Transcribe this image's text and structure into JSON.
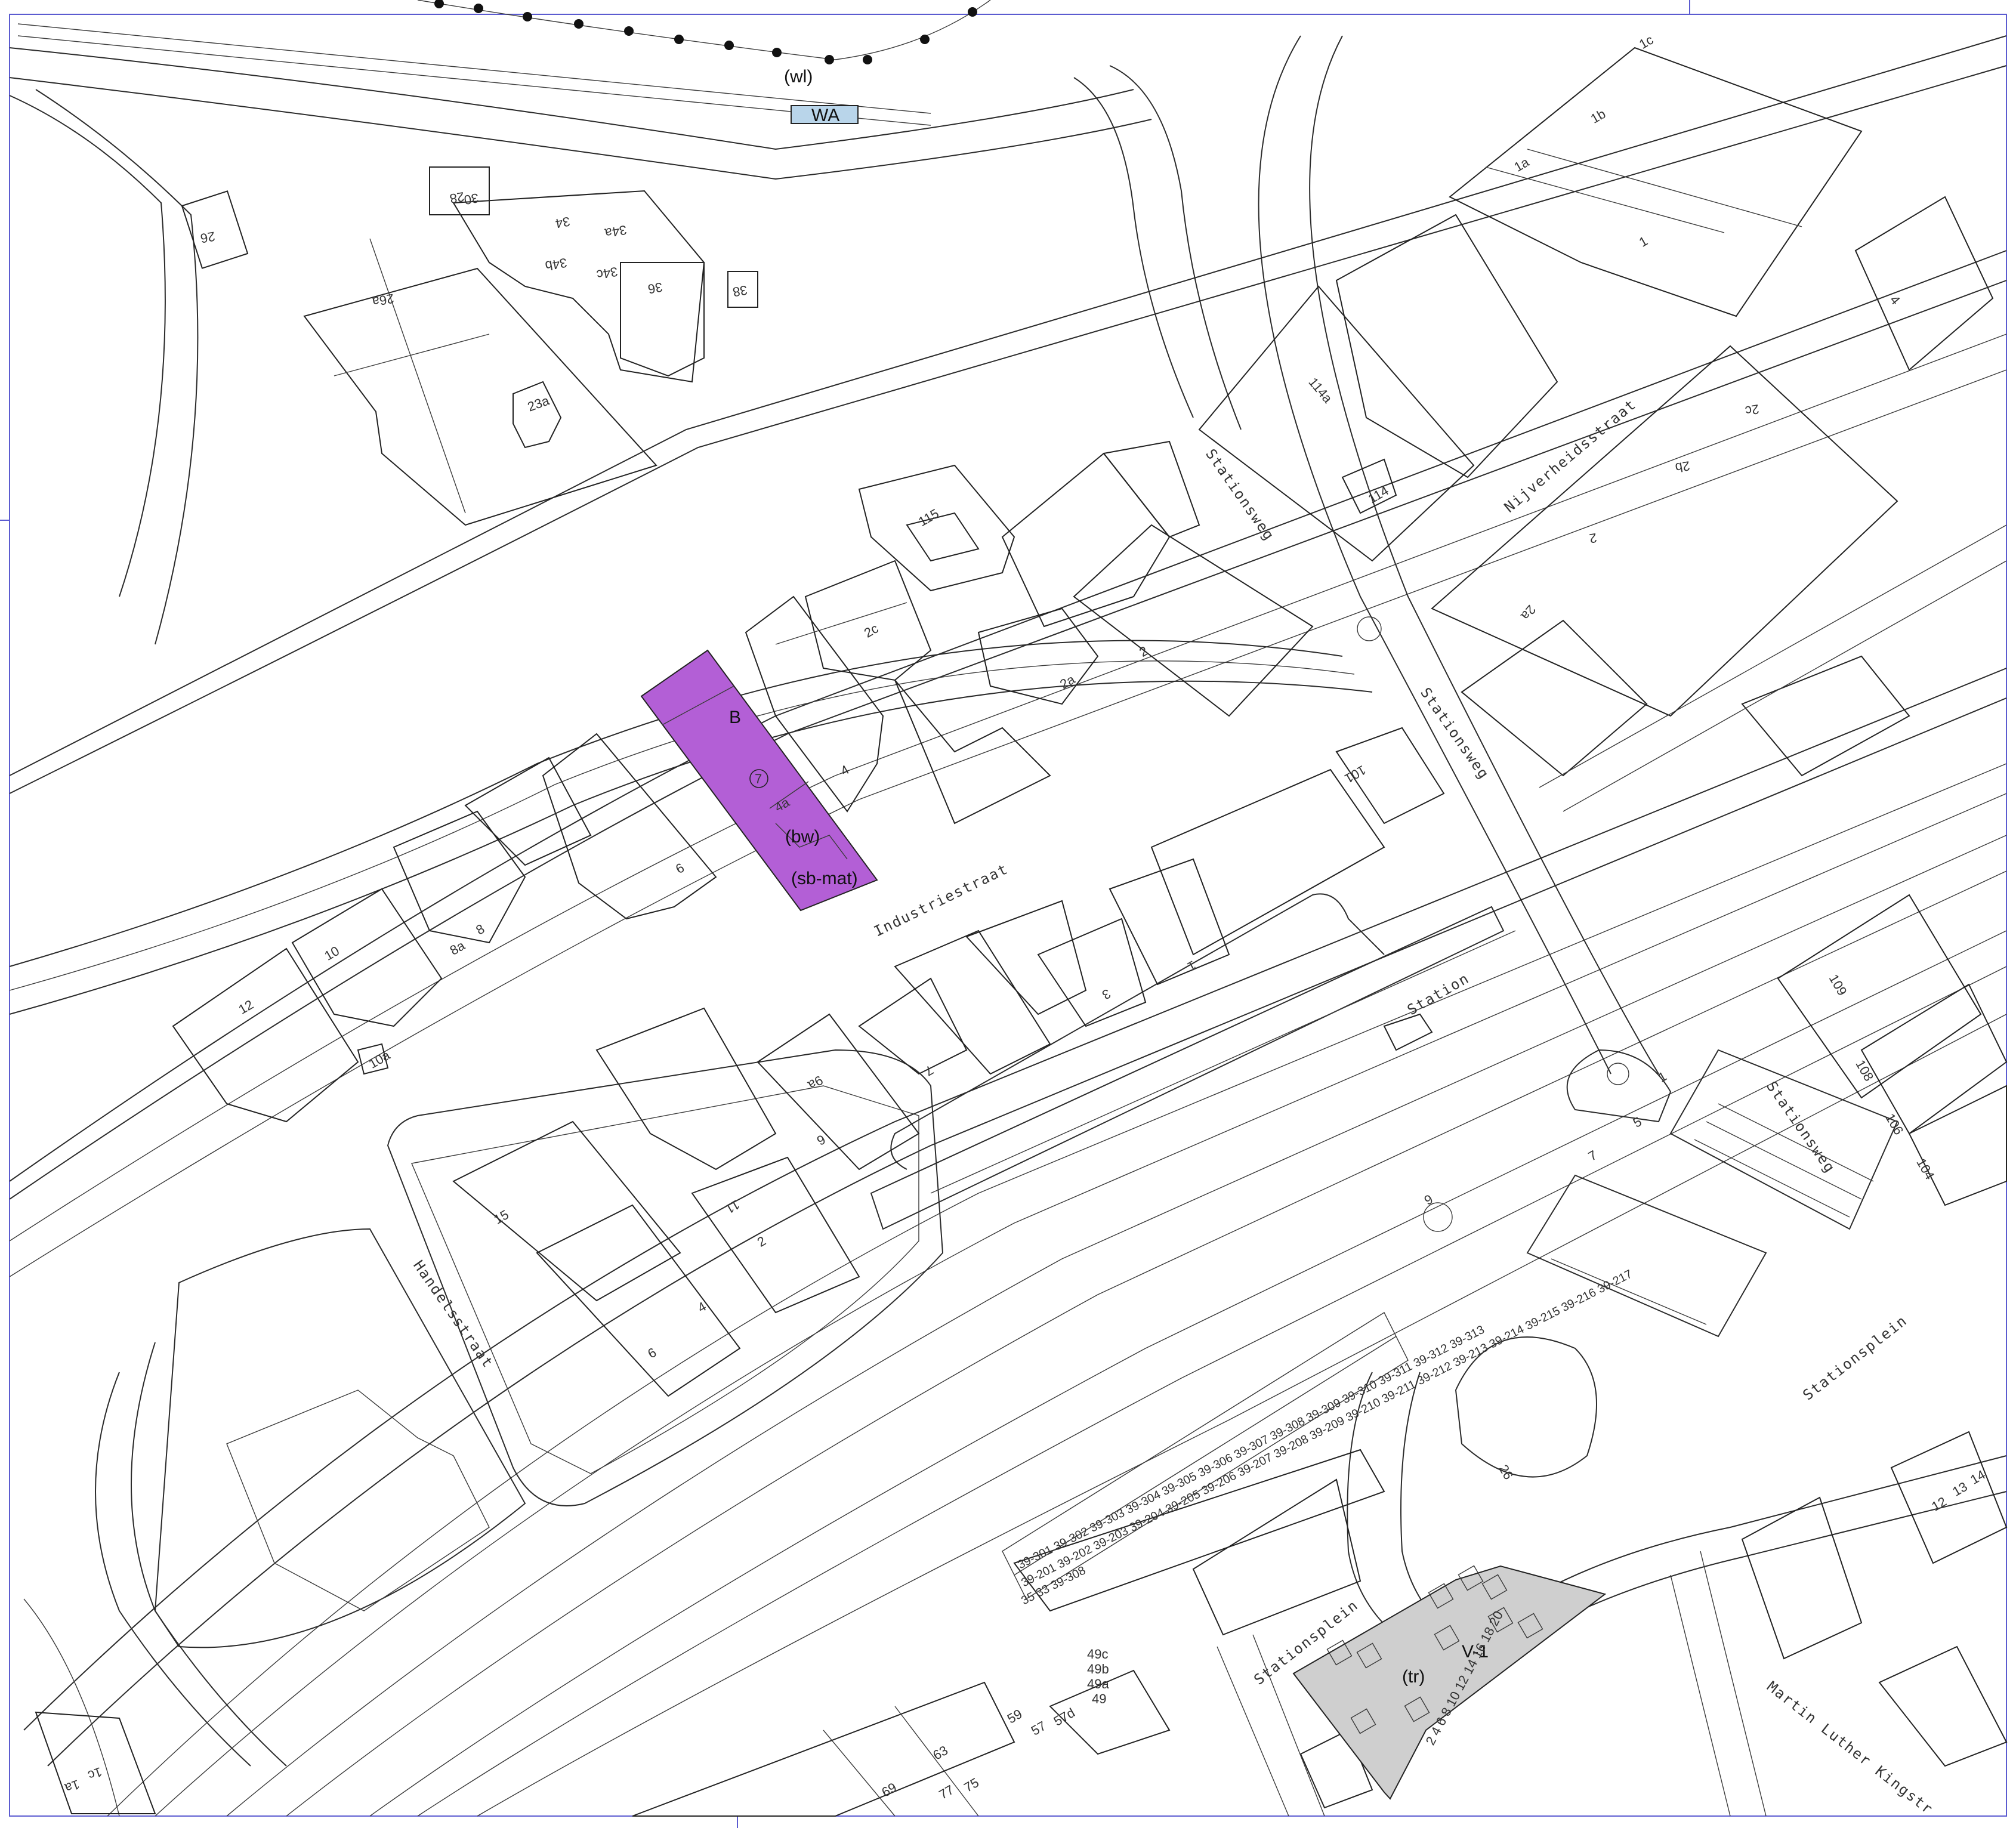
{
  "colors": {
    "purple_zone": "#b35fd6",
    "grey_zone": "#cfcfcf",
    "water_zone": "#b9d5ea",
    "frame": "#5b5bd0"
  },
  "labels": {
    "wl": "(wl)",
    "wa": "WA",
    "b": "B",
    "bw": "(bw)",
    "sbmat": "(sb-mat)",
    "v1": "V-1",
    "tr": "(tr)",
    "circled_seven": "7"
  },
  "streets": {
    "stationsweg_n": "Stationsweg",
    "stationsweg_m": "Stationsweg",
    "stationsweg_e": "Stationsweg",
    "nijverheidsstraat": "Nijverheidsstraat",
    "industriestraat": "Industriestraat",
    "handelsstraat": "Handelsstraat",
    "stationsplein_e": "Stationsplein",
    "stationsplein_s": "Stationsplein",
    "martin_luther_king": "Martin Luther Kingstr",
    "station": "Station"
  },
  "house_numbers": {
    "n26": "26",
    "n26a": "26a",
    "n28": "28",
    "n30": "30",
    "n34": "34",
    "n34a": "34a",
    "n34b": "34b",
    "n34c": "34c",
    "n36": "36",
    "n38": "38",
    "n23a": "23a",
    "n1c": "1c",
    "n1b": "1b",
    "n1a": "1a",
    "n1": "1",
    "n114a": "114a",
    "n114": "114",
    "n115": "115",
    "n4": "4",
    "n2c": "2c",
    "n2b": "2b",
    "n2": "2",
    "n2a": "2a",
    "n2c_ind": "2c",
    "n2a_ind": "2a",
    "n2_ind": "2",
    "n4_ind": "4",
    "n4a": "4a",
    "n6": "6",
    "n8": "8",
    "n8a": "8a",
    "n10": "10",
    "n12": "12",
    "n10a": "10a",
    "n101": "101",
    "n3": "3",
    "n1_ind": "1",
    "n7": "7",
    "n9a": "9a",
    "n9": "9",
    "n11": "11",
    "n15": "15",
    "n2_s": "2",
    "n4_s": "4",
    "n6_s": "6",
    "n109": "109",
    "n108": "108",
    "n106": "106",
    "n104": "104",
    "n1_st": "1",
    "n5": "5",
    "n7_st": "7",
    "n9_st": "9",
    "n26_st": "26",
    "n49": "49",
    "n49a": "49a",
    "n49b": "49b",
    "n49c": "49c",
    "n59": "59",
    "n57": "57",
    "n57d": "57d",
    "n63": "63",
    "n69": "69",
    "n75": "75",
    "n77": "77",
    "n1a_sw": "1a",
    "n1c_sw": "1c",
    "n12_se": "12",
    "n13": "13",
    "n14": "14",
    "row_2_20": "2 4 6 8 10 12 14 16 18 20",
    "bp_1": "39-301 39-302 39-303 39-304 39-305 39-306 39-307 39-308 39-309 39-310 39-311 39-312 39-313",
    "bp_2": "39-201 39-202 39-203 39-204 39-205 39-206 39-207 39-208 39-209 39-210 39-211 39-212 39-213 39-214 39-215 39-216 39-217",
    "bp_3": "35 33 39-308"
  }
}
